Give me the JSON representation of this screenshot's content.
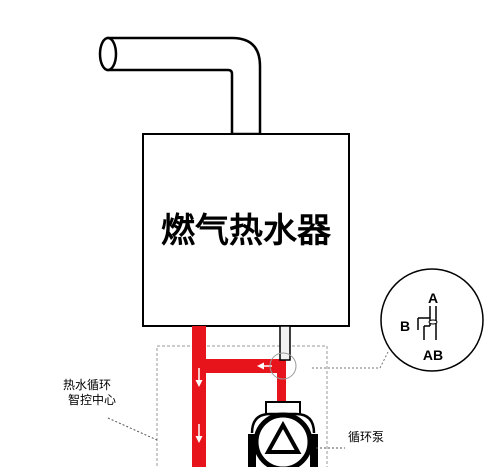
{
  "heater": {
    "label": "燃气热水器"
  },
  "control_center": {
    "line1": "热水循环",
    "line2": "智控中心"
  },
  "pump": {
    "label": "循环泵"
  },
  "valve_detail": {
    "port_a": "A",
    "port_b": "B",
    "port_ab": "AB"
  },
  "colors": {
    "hot_pipe": "#e8141b",
    "outline": "#000000",
    "cold_pipe_fill": "#f2f2f2",
    "dashed_box": "#9a9a9a"
  }
}
